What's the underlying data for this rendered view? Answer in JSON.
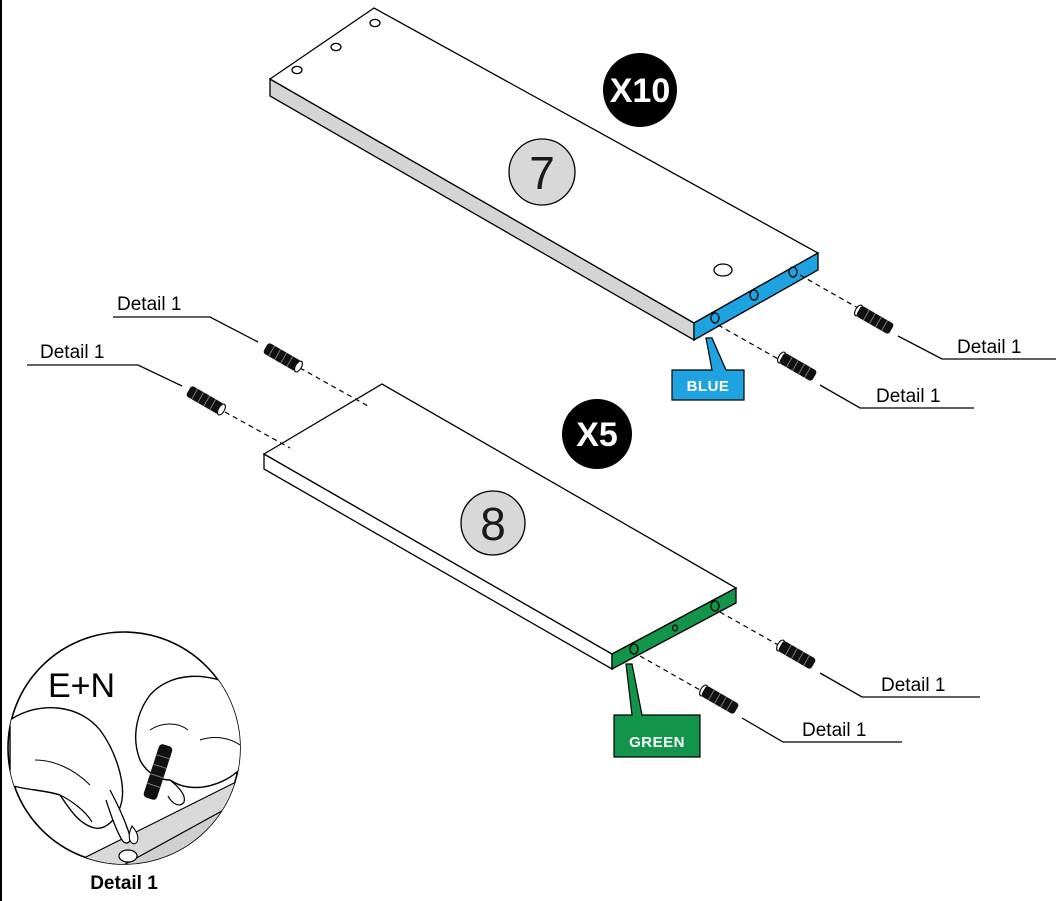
{
  "panels": [
    {
      "number": "7",
      "quantity": "X10",
      "edge_tag": "BLUE",
      "edge_color": "#1ea3e0"
    },
    {
      "number": "8",
      "quantity": "X5",
      "edge_tag": "GREEN",
      "edge_color": "#12954a"
    }
  ],
  "callouts": [
    "Detail 1",
    "Detail 1",
    "Detail 1",
    "Detail 1",
    "Detail 1",
    "Detail 1"
  ],
  "detail_inset": {
    "parts_label": "E+N",
    "caption": "Detail 1"
  },
  "colors": {
    "line": "#000000",
    "panel_top": "#ffffff",
    "panel_side": "#d6d6d6",
    "number_disc": "#d8d8d8",
    "qty_disc": "#000000"
  }
}
